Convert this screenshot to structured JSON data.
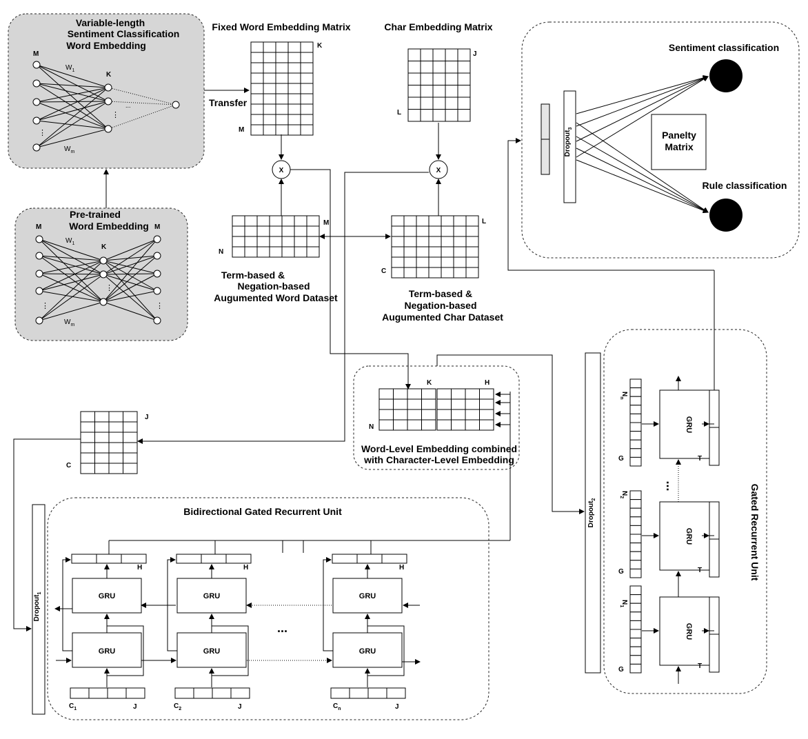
{
  "panels": {
    "sentiment_we_title": [
      "Variable-length",
      "Sentiment Classification",
      "Word Embedding"
    ],
    "pretrained_title": [
      "Pre-trained",
      "Word Embedding"
    ],
    "fixed_we_title": "Fixed Word Embedding Matrix",
    "char_em_title": "Char Embedding Matrix",
    "transfer": "Transfer",
    "term_word_caption": [
      "Term-based &",
      "Negation-based",
      "Augumented Word Dataset"
    ],
    "term_char_caption": [
      "Term-based &",
      "Negation-based",
      "Augumented Char Dataset"
    ],
    "combined_caption": [
      "Word-Level Embedding combined",
      "with Character-Level Embedding"
    ],
    "bigru_title": "Bidirectional Gated Recurrent Unit",
    "gru_side_title": "Gated Recurrent Unit",
    "sentiment_classification": "Sentiment classification",
    "rule_classification": "Rule classification",
    "penalty_matrix": [
      "Panelty",
      "Matrix"
    ],
    "dropout1": "Dropout",
    "dropout1_sub": "1",
    "dropout2": "Dropout",
    "dropout2_sub": "2",
    "dropout3": "Dropout",
    "dropout3_sub": "3"
  },
  "labels": {
    "M": "M",
    "K": "K",
    "J": "J",
    "L": "L",
    "N": "N",
    "C": "C",
    "H": "H",
    "G": "G",
    "T": "T",
    "X": "X",
    "w1_base": "W",
    "w1_sub": "1",
    "wm_base": "W",
    "wm_sub": "m",
    "ellipsis": "...",
    "vdots": "⋮",
    "gru": "GRU",
    "c1_base": "C",
    "c1_sub": "1",
    "c2_base": "C",
    "c2_sub": "2",
    "cn_base": "C",
    "cn_sub": "n",
    "n1_base": "N",
    "n1_sub": "1",
    "n2_base": "N",
    "n2_sub": "2",
    "nn_base": "N",
    "nn_sub": "n"
  },
  "colors": {
    "panel_fill": "#d6d6d6",
    "line": "#000000",
    "output_node": "#000000"
  }
}
